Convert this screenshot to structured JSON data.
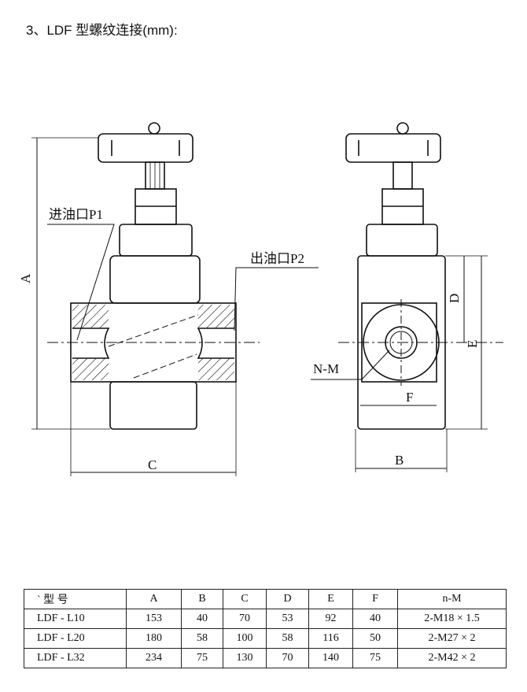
{
  "title": "3、LDF 型螺纹连接(mm):",
  "diagram": {
    "inlet_label": "进油口P1",
    "outlet_label": "出油口P2",
    "dim_A": "A",
    "dim_B": "B",
    "dim_C": "C",
    "dim_D": "D",
    "dim_E": "E",
    "dim_F": "F",
    "nm_label": "N-M"
  },
  "table": {
    "headers": [
      "` 型 号",
      "A",
      "B",
      "C",
      "D",
      "E",
      "F",
      "n-M"
    ],
    "rows": [
      [
        "LDF - L10",
        "153",
        "40",
        "70",
        "53",
        "92",
        "40",
        "2-M18 × 1.5"
      ],
      [
        "LDF - L20",
        "180",
        "58",
        "100",
        "58",
        "116",
        "50",
        "2-M27 × 2"
      ],
      [
        "LDF - L32",
        "234",
        "75",
        "130",
        "70",
        "140",
        "75",
        "2-M42 × 2"
      ]
    ]
  }
}
